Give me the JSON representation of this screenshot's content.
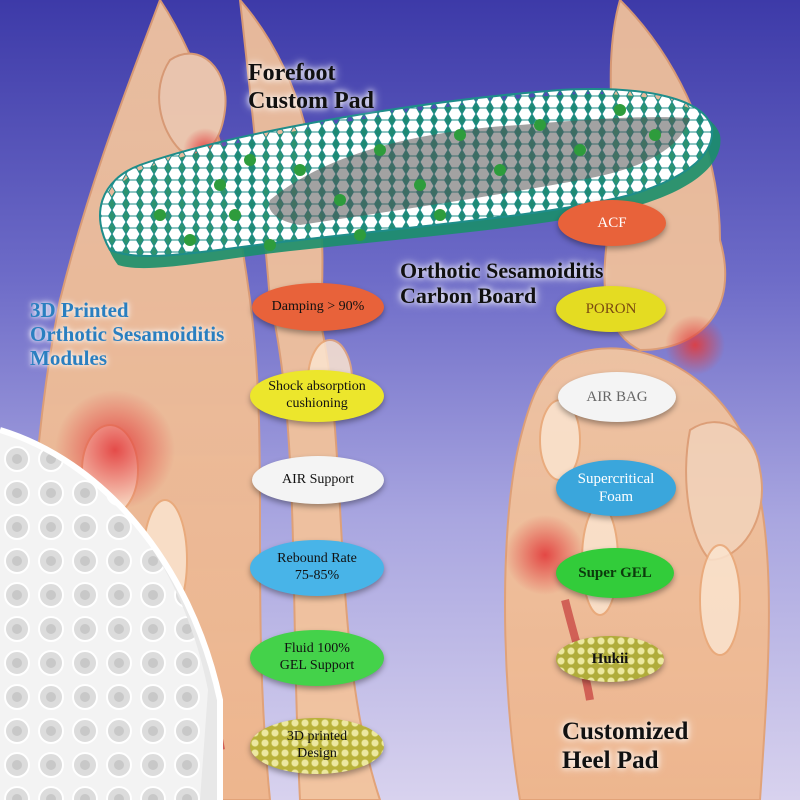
{
  "headings": {
    "forefoot": [
      "Forefoot",
      "Custom Pad"
    ],
    "carbon_board": [
      "Orthotic Sesamoiditis",
      "Carbon Board"
    ],
    "modules": [
      "3D Printed",
      "Orthotic Sesamoiditis",
      "Modules"
    ],
    "heel": [
      "Customized",
      "Heel Pad"
    ]
  },
  "left_pills": [
    {
      "lines": [
        "Damping > 90%"
      ],
      "color": "#e8623a",
      "text_color": "#111111"
    },
    {
      "lines": [
        "Shock absorption",
        "cushioning"
      ],
      "color": "#ece62c",
      "text_color": "#111111"
    },
    {
      "lines": [
        "AIR Support"
      ],
      "color": "#f4f4f4",
      "text_color": "#111111"
    },
    {
      "lines": [
        "Rebound Rate",
        "75-85%"
      ],
      "color": "#48b4e8",
      "text_color": "#111111"
    },
    {
      "lines": [
        "Fluid 100%",
        "GEL Support"
      ],
      "color": "#44d24a",
      "text_color": "#111111"
    },
    {
      "lines": [
        "3D printed",
        "Design"
      ],
      "color": "#b9b23a",
      "text_color": "#111111",
      "pattern": "honeycomb"
    }
  ],
  "right_pills": [
    {
      "lines": [
        "ACF"
      ],
      "color": "#e8623a",
      "text_color": "#ffffff"
    },
    {
      "lines": [
        "PORON"
      ],
      "color": "#e4dc22",
      "text_color": "#7a4a10"
    },
    {
      "lines": [
        "AIR BAG"
      ],
      "color": "#f4f4f4",
      "text_color": "#666666"
    },
    {
      "lines": [
        "Supercritical",
        "Foam"
      ],
      "color": "#3aa6dc",
      "text_color": "#ffffff"
    },
    {
      "lines": [
        "Super GEL"
      ],
      "color": "#32cc3a",
      "text_color": "#0c3a0c"
    },
    {
      "lines": [
        "Hukii"
      ],
      "color": "#b0ac3a",
      "text_color": "#111111",
      "pattern": "honeycomb"
    }
  ]
}
